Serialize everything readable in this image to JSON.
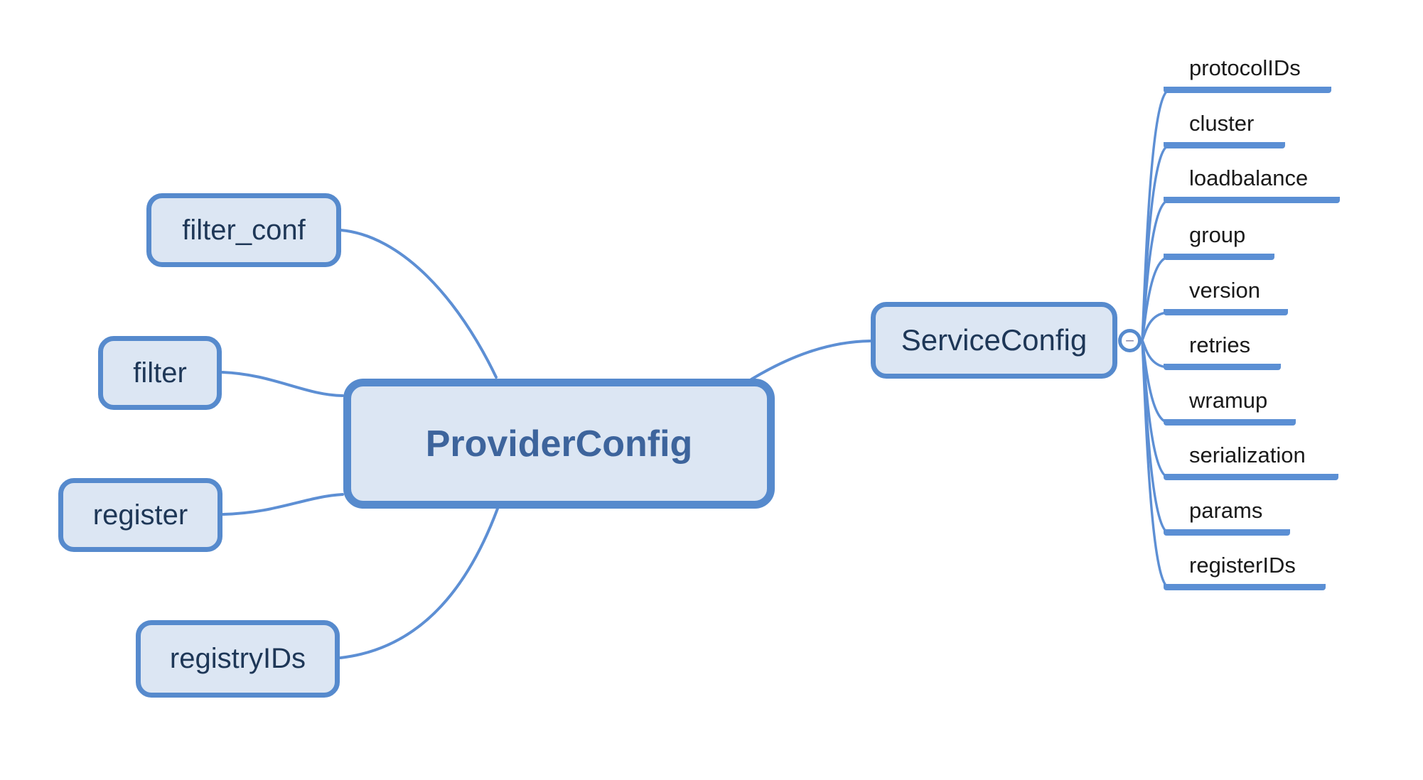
{
  "diagram": {
    "type": "mindmap",
    "root": {
      "label": "ProviderConfig"
    },
    "left_children": [
      {
        "label": "filter_conf"
      },
      {
        "label": "filter"
      },
      {
        "label": "register"
      },
      {
        "label": "registryIDs"
      }
    ],
    "right_child": {
      "label": "ServiceConfig",
      "collapse_button": "−",
      "children": [
        "protocolIDs",
        "cluster",
        "loadbalance",
        "group",
        "version",
        "retries",
        "wramup",
        "serialization",
        "params",
        "registerIDs"
      ]
    }
  },
  "palette": {
    "background": "#ffffff",
    "node_fill": "#dce6f3",
    "node_border": "#568acd",
    "root_text": "#3d649c",
    "child_text": "#1e3757",
    "leaf_text": "#1a1a1a",
    "edge": "#5d8fd4",
    "leaf_underline": "#5b8fd4",
    "collapse_minus": "#8a87a8"
  }
}
